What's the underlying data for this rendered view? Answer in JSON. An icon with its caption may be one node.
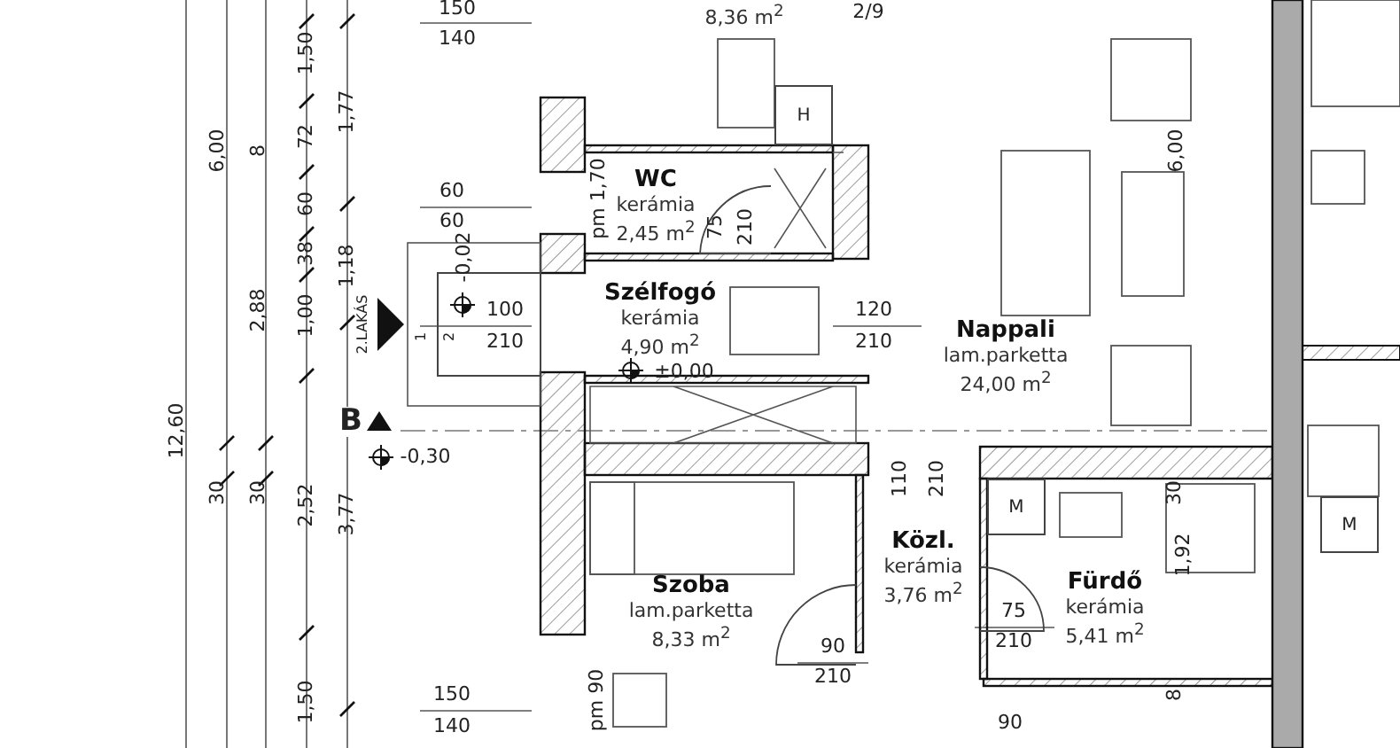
{
  "diagram": {
    "nodes": [
      {
        "text": [
          "8,36 m$^{2}$"
        ]
      },
      {
        "text": [
          "WC",
          "kerámia",
          "2,45 m$^{2}$"
        ]
      },
      {
        "text": [
          "Szélfogó",
          "kerámia",
          "4,90 m$^{2}$"
        ]
      },
      {
        "text": [
          "Nappali",
          "lam.parketta",
          "24,00 m$^{2}$"
        ]
      },
      {
        "text": [
          "Szoba",
          "lam.parketta",
          "8,33 m$^{2}$"
        ]
      },
      {
        "text": [
          "Közl.",
          "kerámia",
          "3,76 m$^{2}$"
        ]
      },
      {
        "text": [
          "Fürdő",
          "kerámia",
          "5,41 m$^{2}$"
        ]
      },
      {
        "text": [
          "H"
        ]
      },
      {
        "text": [
          "M"
        ],
        "in": 6
      },
      {
        "text": [
          "M"
        ]
      }
    ],
    "labels": [
      "1,50",
      "150",
      "140",
      "2/9",
      "6,00",
      "1,77",
      "72",
      "8",
      "pm 1,70",
      "6,00",
      "60",
      "60",
      "60",
      "75",
      "210",
      "38",
      "1,18",
      "-0,02",
      "2,88",
      "1,00",
      "2.LAKÁS",
      "1",
      "2",
      "100",
      "210",
      "120",
      "210",
      "±0,00",
      "B",
      "12,60",
      "-0,30",
      "110",
      "210",
      "30",
      "30",
      "30",
      "2,52",
      "3,77",
      "1,92",
      "75",
      "90",
      "210",
      "210",
      "1,50",
      "150",
      "140",
      "pm 90",
      "8",
      "90"
    ]
  }
}
